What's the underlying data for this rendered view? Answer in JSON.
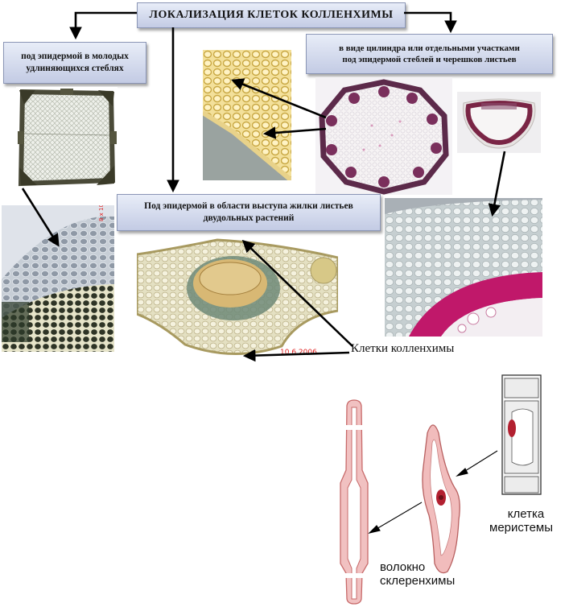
{
  "title": "ЛОКАЛИЗАЦИЯ  КЛЕТОК КОЛЛЕНХИМЫ",
  "boxes": {
    "left_line1": "под эпидермой в молодых",
    "left_line2": "удлиняющихся стеблях",
    "right_line1": "в виде цилиндра  или отдельными участками",
    "right_line2": "под эпидермой стеблей и  черешков листьев",
    "mid_line1": "Под эпидермой в области выступа жилки листьев",
    "mid_line2": "двудольных растений"
  },
  "labels": {
    "collenchyma_cells": "Клетки колленхимы",
    "meristem_line1": "клетка",
    "meristem_line2": "меристемы",
    "fiber_line1": "волокно",
    "fiber_line2": "склеренхимы"
  },
  "photo_date": "10  6 2006",
  "colors": {
    "box_fill": "#c9d0e8",
    "arrow": "#000000",
    "stain_red": "#c0186a",
    "cell_pink": "#e8a6a6"
  }
}
